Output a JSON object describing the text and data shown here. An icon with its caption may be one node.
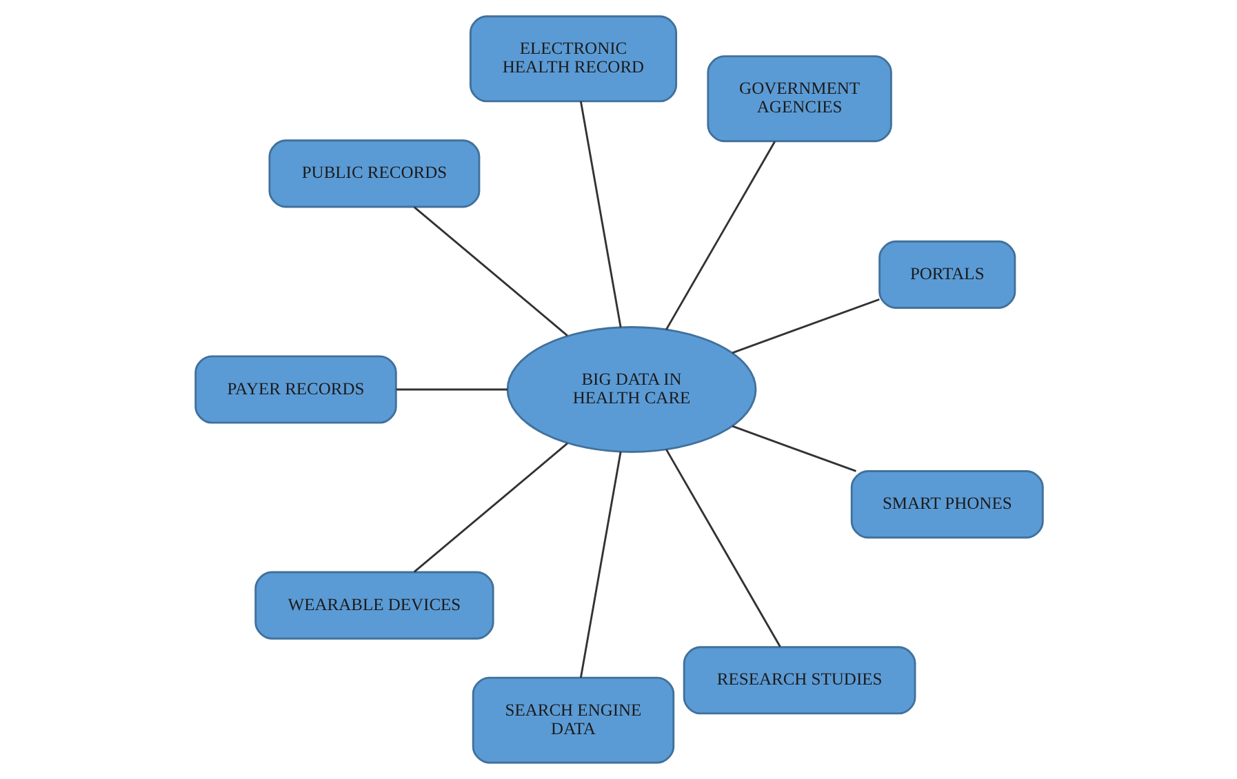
{
  "diagram": {
    "nodes": [
      {
        "text": [
          "PORTALS"
        ]
      },
      {
        "text": [
          "GOVERNMENT AGENCIES"
        ]
      },
      {
        "text": [
          "ELECTRONIC HEALTH RECORD"
        ]
      },
      {
        "text": [
          "PUBLIC RECORDS"
        ]
      },
      {
        "text": [
          "BIG DATA IN HEALTH CARE"
        ]
      },
      {
        "text": [
          "PAYER RECORDS"
        ]
      },
      {
        "text": [
          "WEARABLE DEVICES"
        ]
      },
      {
        "text": [
          "SEARCH ENGINE DATA"
        ]
      },
      {
        "text": [
          "RESEARCH STUDIES"
        ]
      },
      {
        "text": [
          "SMART PHONES"
        ]
      }
    ],
    "edges": [
      {
        "from": 4,
        "to": 0,
        "arrow": "none"
      },
      {
        "from": 4,
        "to": 2,
        "arrow": "none"
      },
      {
        "from": 4,
        "to": 5,
        "arrow": "none"
      },
      {
        "from": 4,
        "to": 7,
        "arrow": "none"
      },
      {
        "from": 4,
        "to": 9,
        "arrow": "none"
      },
      {
        "from": 4,
        "to": 8,
        "arrow": "none"
      },
      {
        "from": 4,
        "to": 6,
        "arrow": "none"
      },
      {
        "from": 4,
        "to": 3,
        "arrow": "none"
      },
      {
        "from": 4,
        "to": 1,
        "arrow": "none"
      }
    ]
  }
}
